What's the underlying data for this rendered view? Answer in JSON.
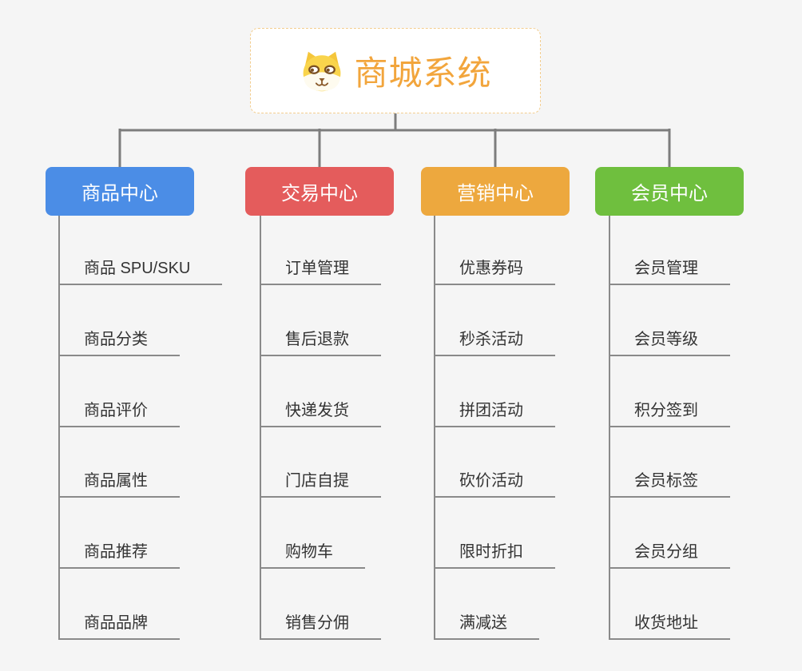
{
  "diagram": {
    "type": "mindmap-org-chart",
    "background_color": "#f5f5f5",
    "connector_color": "#7d7d7d",
    "leaf_line_color": "#8a8a8a",
    "leaf_text_color": "#333333"
  },
  "root": {
    "title": "商城系统",
    "icon": "dog-face-icon",
    "title_color": "#f2a53c",
    "border_color": "#f3cd8e",
    "background": "#ffffff"
  },
  "branches": [
    {
      "label": "商品中心",
      "color": "#4b8de6",
      "children": [
        "商品 SPU/SKU",
        "商品分类",
        "商品评价",
        "商品属性",
        "商品推荐",
        "商品品牌"
      ]
    },
    {
      "label": "交易中心",
      "color": "#e45c5c",
      "children": [
        "订单管理",
        "售后退款",
        "快递发货",
        "门店自提",
        "购物车",
        "销售分佣"
      ]
    },
    {
      "label": "营销中心",
      "color": "#eda83e",
      "children": [
        "优惠券码",
        "秒杀活动",
        "拼团活动",
        "砍价活动",
        "限时折扣",
        "满减送"
      ]
    },
    {
      "label": "会员中心",
      "color": "#6fbf3e",
      "children": [
        "会员管理",
        "会员等级",
        "积分签到",
        "会员标签",
        "会员分组",
        "收货地址"
      ]
    }
  ]
}
